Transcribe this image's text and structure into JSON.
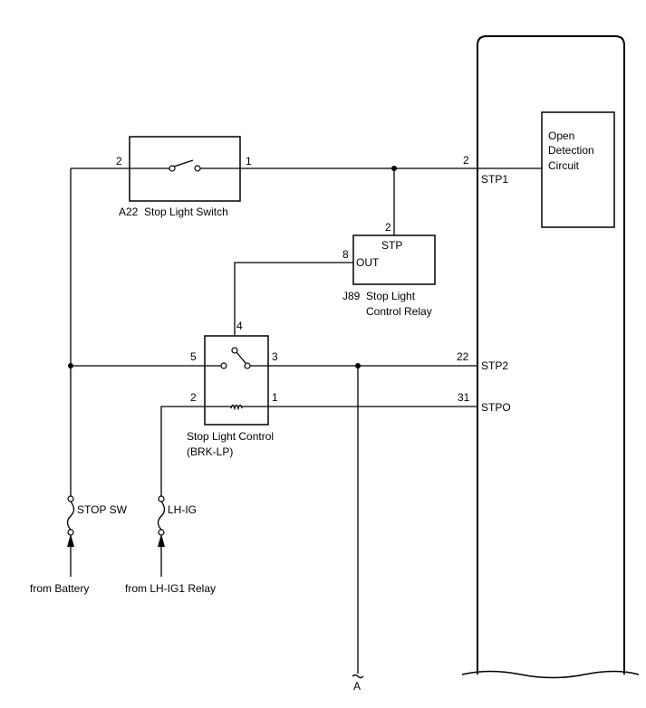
{
  "ecu": {
    "open_detection_lines": [
      "Open",
      "Detection",
      "Circuit"
    ],
    "pins": {
      "stp1": "STP1",
      "stp2": "STP2",
      "stpo": "STPO"
    },
    "pin_numbers": {
      "stp1": "2",
      "stp2": "22",
      "stpo": "31"
    }
  },
  "stop_light_switch": {
    "label": "A22  Stop Light Switch",
    "pin_left": "2",
    "pin_right": "1"
  },
  "control_relay": {
    "pin_stp_num": "2",
    "pin_stp": "STP",
    "pin_out_num": "8",
    "pin_out": "OUT",
    "label_lines": [
      "J89  Stop Light",
      "Control Relay"
    ]
  },
  "brk_relay": {
    "pin_4": "4",
    "pin_5": "5",
    "pin_3": "3",
    "pin_2": "2",
    "pin_1": "1",
    "label_lines": [
      "Stop Light Control",
      "(BRK-LP)"
    ]
  },
  "fuses": {
    "stop_sw": "STOP SW",
    "lh_ig": "LH-IG"
  },
  "sources": {
    "battery": "from Battery",
    "lh_ig1": "from LH-IG1 Relay"
  },
  "connector_a": "A"
}
